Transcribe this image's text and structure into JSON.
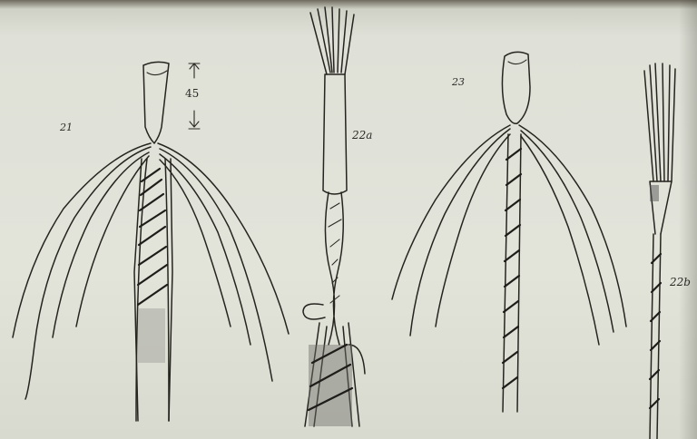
{
  "figure": {
    "labels": {
      "fig21": "21",
      "fig22a": "22a",
      "fig23": "23",
      "fig22b": "22b",
      "measure_value": "45"
    },
    "ink_color": "#26241f",
    "paper_color": "#e0e2d8"
  }
}
